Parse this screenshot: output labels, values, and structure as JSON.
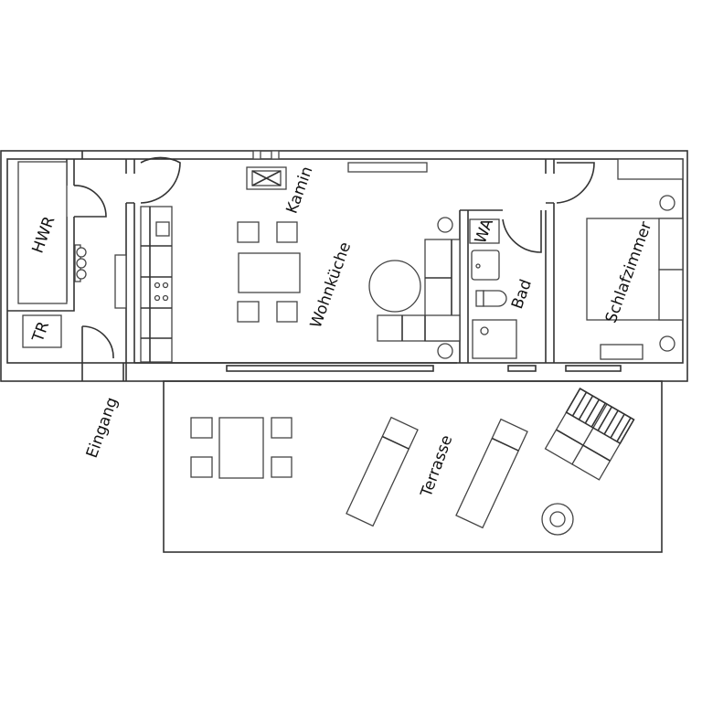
{
  "rooms": {
    "hwr": "HWR",
    "tr": "TR",
    "kamin": "Kamin",
    "wohnkueche": "Wohnküche",
    "wa": "WA",
    "bad": "Bad",
    "schlafzimmer": "Schlafzimmer",
    "eingang": "Eingang",
    "terrasse": "Terrasse"
  },
  "colors": {
    "line": "#333333",
    "background": "#ffffff"
  }
}
